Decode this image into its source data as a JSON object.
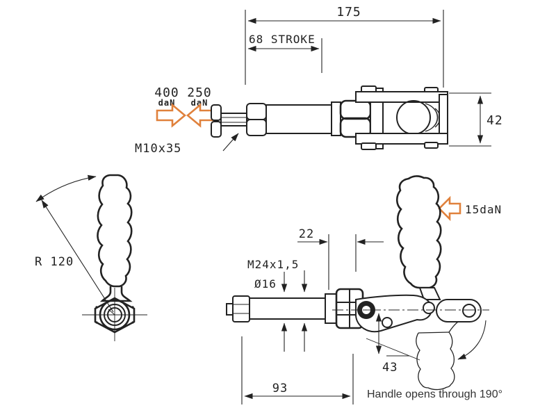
{
  "colors": {
    "ink": "#222222",
    "accent": "#e0813c",
    "background": "#ffffff"
  },
  "top_view": {
    "dim_length": "175",
    "dim_stroke": "68 STROKE",
    "force_push_value": "400",
    "force_push_unit": "daN",
    "force_pull_value": "250",
    "force_pull_unit": "daN",
    "thread_label": "M10x35",
    "dim_height": "42"
  },
  "handle_view": {
    "radius_label": "R 120"
  },
  "main_view": {
    "dim_pivot_offset": "22",
    "thread_label": "M24x1,5",
    "diameter_label": "Ø16",
    "dim_drop": "43",
    "dim_base": "93",
    "force_handle": "15daN",
    "note": "Handle opens through 190°"
  }
}
